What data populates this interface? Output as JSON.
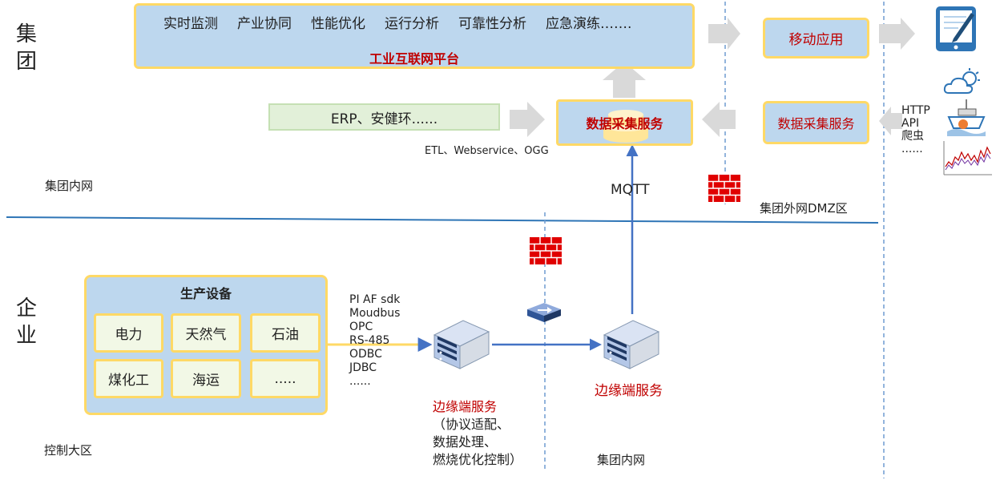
{
  "zones": {
    "group_title": "集团",
    "enterprise_title": "企业",
    "group_intranet": "集团内网",
    "dmz": "集团外网DMZ区",
    "control_zone": "控制大区",
    "group_intranet_bottom": "集团内网"
  },
  "platform": {
    "modules": [
      "实时监测",
      "产业协同",
      "性能优化",
      "运行分析",
      "可靠性分析",
      "应急演练……."
    ],
    "title": "工业互联网平台"
  },
  "mobile_app": "移动应用",
  "erp": "ERP、安健环......",
  "etl": "ETL、Webservice、OGG",
  "data_collect_center": "数据采集服务",
  "data_collect_dmz": "数据采集服务",
  "external_sources": [
    "HTTP",
    "API",
    "爬虫",
    "......"
  ],
  "mqtt": "MQTT",
  "production": {
    "title": "生产设备",
    "items": [
      "电力",
      "天然气",
      "石油",
      "煤化工",
      "海运",
      "....."
    ]
  },
  "protocols": [
    "PI AF sdk",
    "Moudbus",
    "OPC",
    "RS-485",
    "ODBC",
    "JDBC",
    "......"
  ],
  "edge_left": {
    "title": "边缘端服务",
    "desc": [
      "（协议适配、",
      "数据处理、",
      "燃烧优化控制）"
    ]
  },
  "edge_right": {
    "title": "边缘端服务"
  },
  "colors": {
    "box_fill": "#bdd7ee",
    "box_border": "#ffd966",
    "accent_red": "#c00000",
    "arrow_gray": "#d9d9d9",
    "line_blue": "#4472c4",
    "divider_blue": "#2e75b6"
  }
}
